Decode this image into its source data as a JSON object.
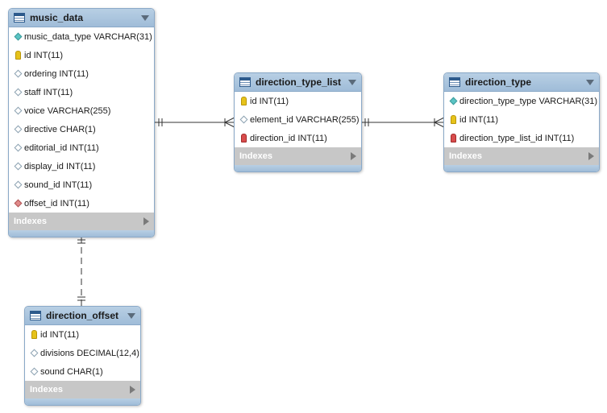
{
  "tables": {
    "music_data": {
      "title": "music_data",
      "columns": [
        {
          "text": "music_data_type VARCHAR(31)",
          "icon": "unique-diamond-icon"
        },
        {
          "text": "id INT(11)",
          "icon": "primary-key-icon"
        },
        {
          "text": "ordering INT(11)",
          "icon": "column-diamond-icon"
        },
        {
          "text": "staff INT(11)",
          "icon": "column-diamond-icon"
        },
        {
          "text": "voice VARCHAR(255)",
          "icon": "column-diamond-icon"
        },
        {
          "text": "directive CHAR(1)",
          "icon": "column-diamond-icon"
        },
        {
          "text": "editorial_id INT(11)",
          "icon": "column-diamond-icon"
        },
        {
          "text": "display_id INT(11)",
          "icon": "column-diamond-icon"
        },
        {
          "text": "sound_id INT(11)",
          "icon": "column-diamond-icon"
        },
        {
          "text": "offset_id INT(11)",
          "icon": "foreign-key-diamond-icon"
        }
      ],
      "indexes_label": "Indexes"
    },
    "direction_type_list": {
      "title": "direction_type_list",
      "columns": [
        {
          "text": "id INT(11)",
          "icon": "primary-key-icon"
        },
        {
          "text": "element_id VARCHAR(255)",
          "icon": "column-diamond-icon"
        },
        {
          "text": "direction_id INT(11)",
          "icon": "foreign-key-icon"
        }
      ],
      "indexes_label": "Indexes"
    },
    "direction_type": {
      "title": "direction_type",
      "columns": [
        {
          "text": "direction_type_type VARCHAR(31)",
          "icon": "unique-diamond-icon"
        },
        {
          "text": "id INT(11)",
          "icon": "primary-key-icon"
        },
        {
          "text": "direction_type_list_id INT(11)",
          "icon": "foreign-key-icon"
        }
      ],
      "indexes_label": "Indexes"
    },
    "direction_offset": {
      "title": "direction_offset",
      "columns": [
        {
          "text": "id INT(11)",
          "icon": "primary-key-icon"
        },
        {
          "text": "divisions DECIMAL(12,4)",
          "icon": "column-diamond-icon"
        },
        {
          "text": "sound CHAR(1)",
          "icon": "column-diamond-icon"
        }
      ],
      "indexes_label": "Indexes"
    }
  },
  "relationships": [
    {
      "from": "music_data",
      "to": "direction_type_list",
      "cardinality": "one-to-many"
    },
    {
      "from": "direction_type_list",
      "to": "direction_type",
      "cardinality": "one-to-many"
    },
    {
      "from": "music_data",
      "to": "direction_offset",
      "cardinality": "one-to-one",
      "identifying": false
    }
  ],
  "colors": {
    "header": "#a9c4df",
    "border": "#8aa9c8",
    "indexes_bar": "#c7c7c7",
    "primary_key": "#e6c21a",
    "foreign_key": "#d84c4c",
    "unique": "#5bc4c4"
  }
}
